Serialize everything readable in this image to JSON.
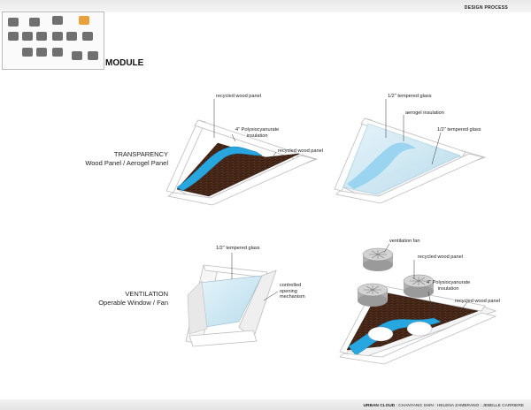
{
  "header": {
    "process_label": "DESIGN PROCESS"
  },
  "module_title": "MODULE",
  "sections": {
    "transparency": {
      "title": "TRANSPARENCY",
      "subtitle": "Wood Panel / Aerogel Panel"
    },
    "ventilation": {
      "title": "VENTILATION",
      "subtitle": "Operable Window / Fan"
    }
  },
  "labels": {
    "wood_recycled_panel_top": "recycled wood panel",
    "wood_polyiso": "4\" Polysiocyanurate\ninsulation",
    "wood_recycled_panel_right": "recycled wood panel",
    "aerogel_glass_top": "1/2\" tempered glass",
    "aerogel_insulation": "aerogel insulation",
    "aerogel_glass_right": "1/2\" tempered glass",
    "window_glass": "1/2\" tempered glass",
    "window_mechanism": "controlled\nopening\nmechanism",
    "fan_ventilation": "ventilation fan",
    "fan_recycled_panel_top": "recycled wood panel",
    "fan_polyiso": "4\" Polysiocyanurate\ninsulation",
    "fan_recycled_panel_right": "recycled wood panel"
  },
  "footer": {
    "project": "URBAN CLOUD",
    "authors": ": CHANYANG SHIN : HELENA ZAMBRANO : JEBELLE CARRIERE"
  },
  "colors": {
    "wood": "#4a2a1a",
    "insulation_blue": "#27a6e0",
    "glass_blue": "#bfe3f0",
    "frame_white": "#ffffff",
    "frame_edge": "#bdbdbd",
    "highlight_orange": "#e9a23b"
  }
}
